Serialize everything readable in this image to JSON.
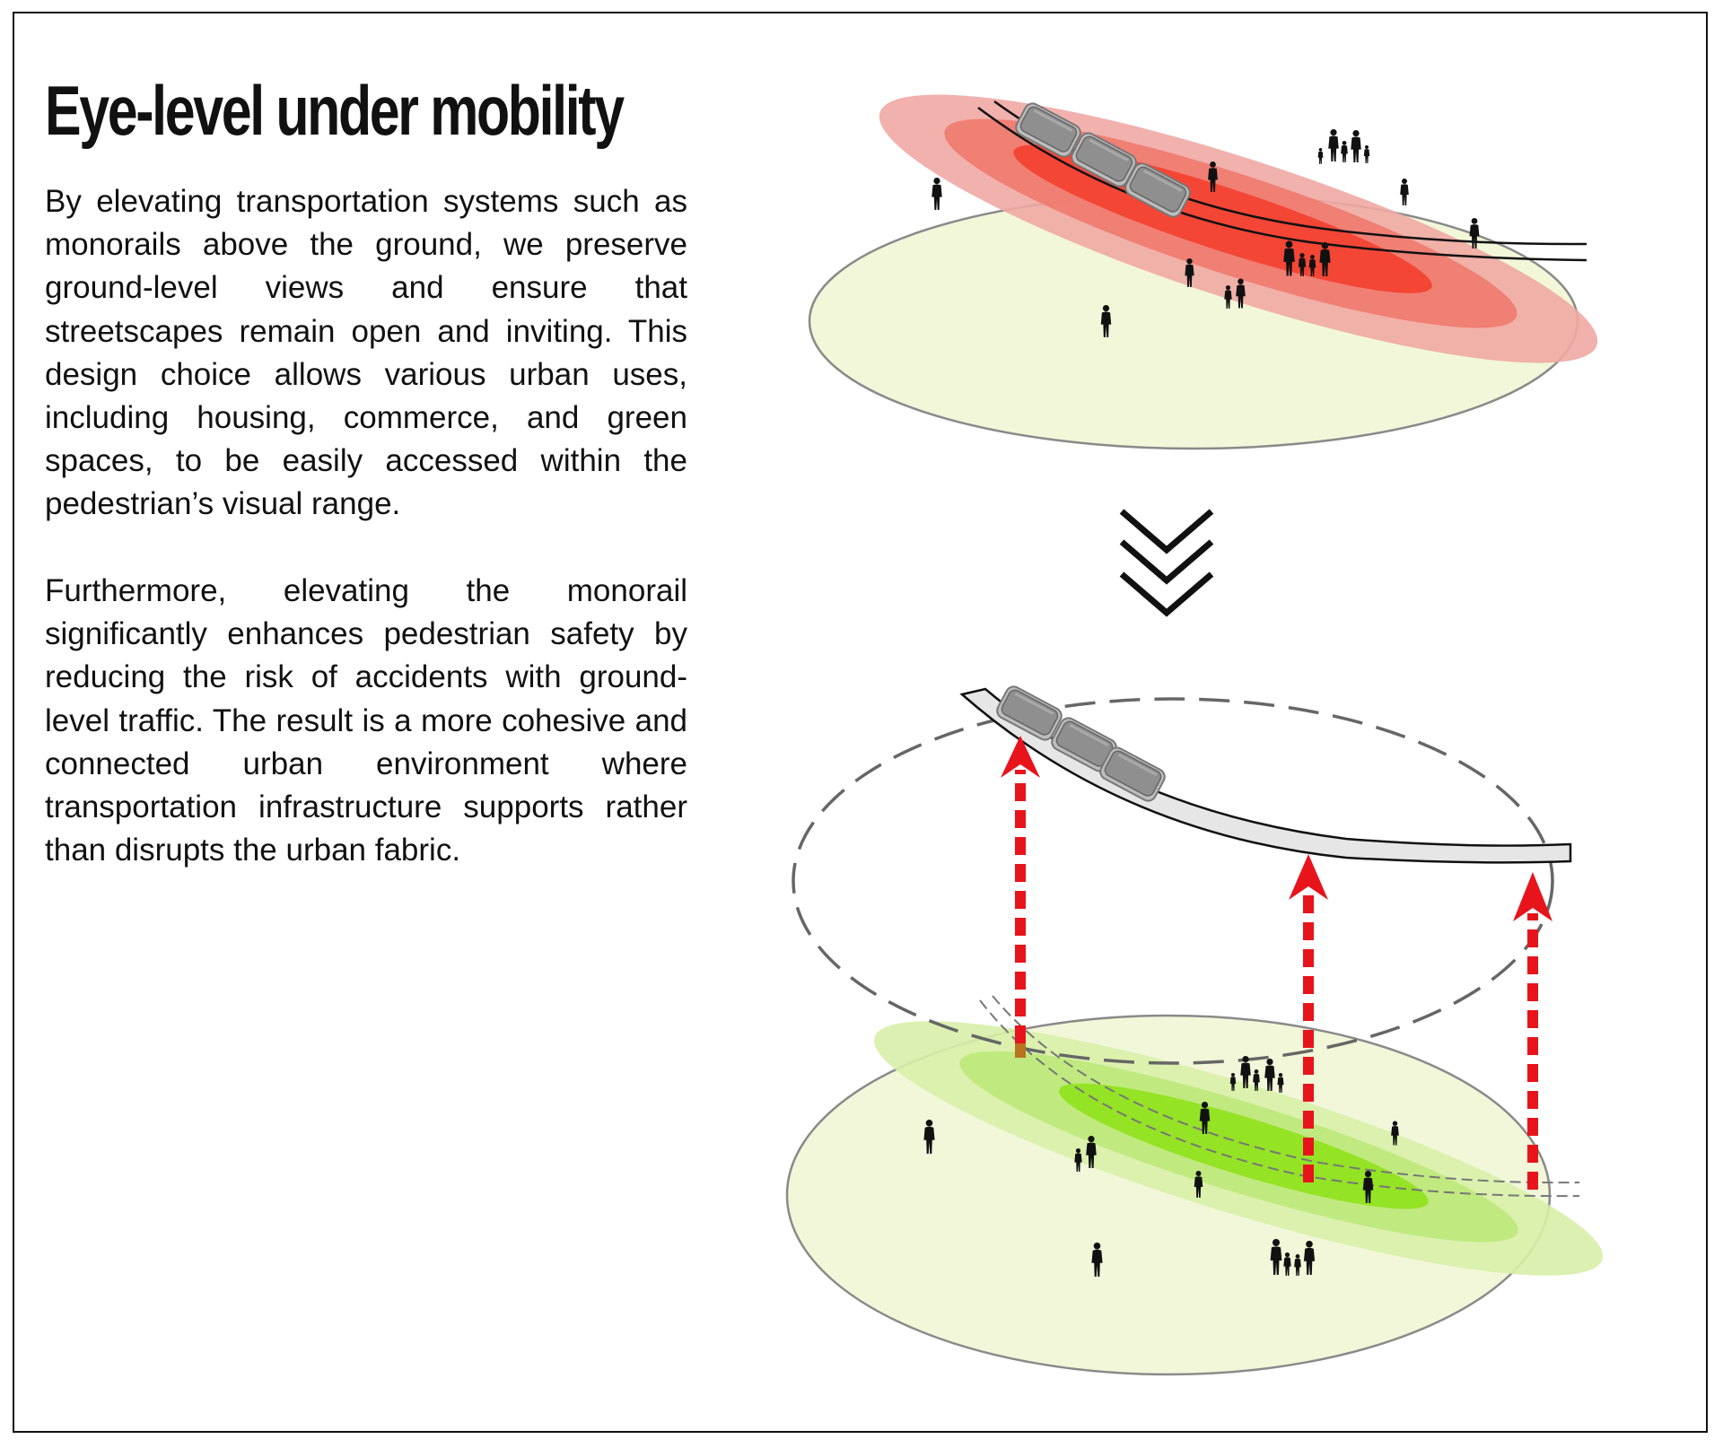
{
  "title": "Eye-level under mobility",
  "paragraphs": [
    "By elevating transportation systems such as monorails above the ground, we preserve ground-level views and ensure that streetscapes remain open and inviting. This design choice allows various urban uses, including housing, commerce, and green spaces, to be easily accessed within the pedestrian’s visual range.",
    "Furthermore, elevating the monorail significantly enhances pedestrian safety by reducing the risk of accidents with ground-level traffic. The result is a more cohesive and connected urban environment where transportation infrastructure supports rather than disrupts the urban fabric."
  ],
  "colors": {
    "ground_plane": "#f1f7d8",
    "impact_outer": "#f0a8a3",
    "impact_mid": "#ef7a6e",
    "impact_core": "#f4402f",
    "freed_outer": "#d8f0a8",
    "freed_mid": "#bde97a",
    "freed_core": "#8fe21c",
    "arrow": "#e8141b",
    "train": "#9a9a9a",
    "viaduct": "#e6e6e6"
  },
  "icons": {
    "transition": "triple-chevron-down-icon",
    "people": "pedestrian-silhouette-icon",
    "train": "monorail-train-icon"
  }
}
